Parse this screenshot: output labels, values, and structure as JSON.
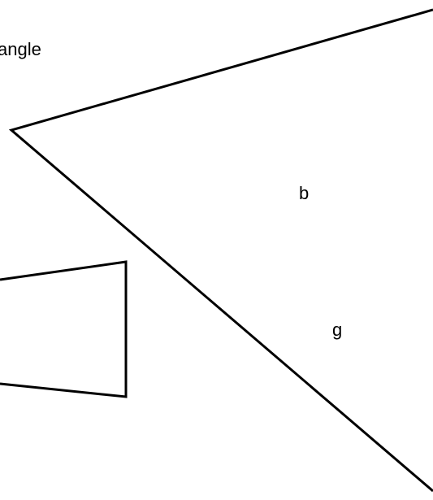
{
  "labels": {
    "angle_text": "angle",
    "triangle": "b",
    "quad": "g"
  },
  "colors": {
    "stroke": "#000000",
    "background": "#ffffff"
  }
}
